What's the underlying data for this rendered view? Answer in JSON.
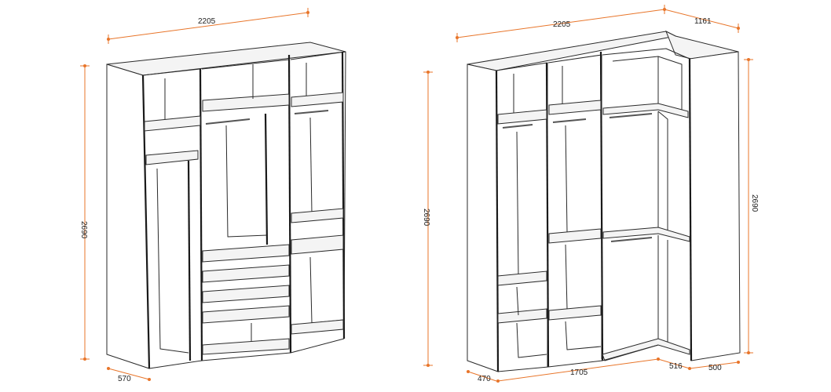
{
  "colors": {
    "dimension_line": "#e8752a",
    "outline": "#2a2a2a",
    "background": "#ffffff"
  },
  "left_wardrobe": {
    "width_dim": "2205",
    "height_dim": "2690",
    "depth_dim": "570"
  },
  "right_wardrobe": {
    "width_dim": "2205",
    "corner_depth_dim": "1161",
    "height_dim_left": "2690",
    "height_dim_right": "2690",
    "bottom_depth_dim": "470",
    "bottom_width_dim": "1705",
    "bottom_corner_dim": "516",
    "bottom_end_dim": "500"
  }
}
